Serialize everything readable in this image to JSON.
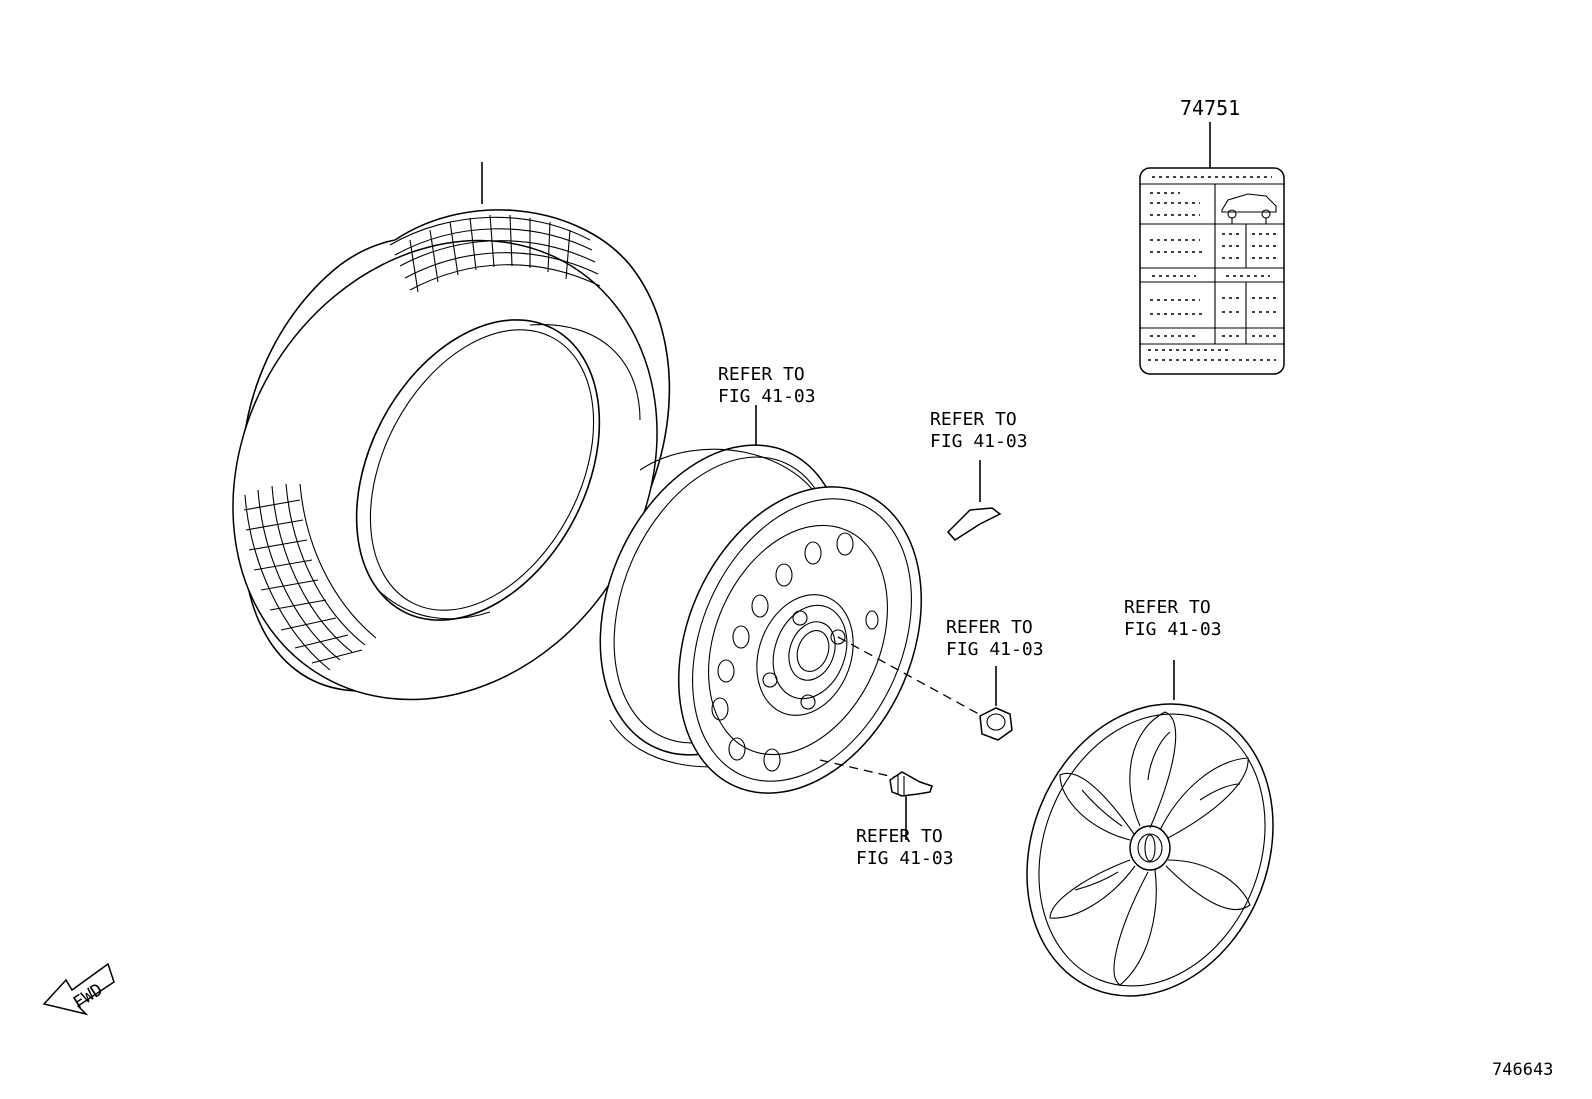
{
  "labels": {
    "part_label_number": "74751",
    "refer_wheel_line1": "REFER TO",
    "refer_wheel_line2": "FIG 41-03",
    "refer_weight_line1": "REFER TO",
    "refer_weight_line2": "FIG 41-03",
    "refer_nut_line1": "REFER TO",
    "refer_nut_line2": "FIG 41-03",
    "refer_valve_line1": "REFER TO",
    "refer_valve_line2": "FIG 41-03",
    "refer_cap_line1": "REFER TO",
    "refer_cap_line2": "FIG 41-03",
    "fwd": "FWD",
    "figure_id": "746643"
  },
  "icons": {
    "tire": "tire-icon",
    "wheel": "steel-wheel-icon",
    "weight": "balance-weight-icon",
    "nut": "hub-nut-icon",
    "valve": "valve-stem-icon",
    "cap": "wheel-cap-icon",
    "label": "tire-pressure-label-icon",
    "fwd": "fwd-arrow-icon"
  }
}
